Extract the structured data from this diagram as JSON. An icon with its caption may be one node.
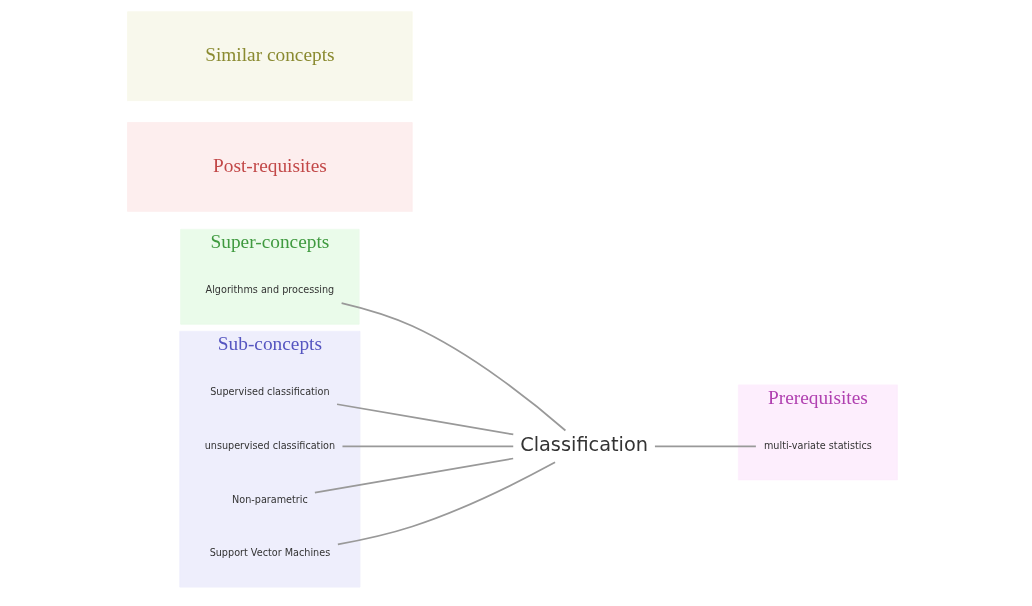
{
  "diagram": {
    "nodes": [
      {
        "text": [
          "Super-concepts"
        ]
      },
      {
        "text": [
          "Algorithms and processing"
        ],
        "in": 0
      },
      {
        "text": [
          "Post-requisites"
        ]
      },
      {
        "text": [
          "Prerequisites"
        ]
      },
      {
        "text": [
          "multi-variate statistics"
        ],
        "in": 3
      },
      {
        "text": [
          "Classification"
        ]
      },
      {
        "text": [
          "Sub-concepts"
        ]
      },
      {
        "text": [
          "Supervised classification"
        ],
        "in": 6
      },
      {
        "text": [
          "unsupervised classification"
        ],
        "in": 6
      },
      {
        "text": [
          "Non-parametric"
        ],
        "in": 6
      },
      {
        "text": [
          "Support Vector Machines"
        ],
        "in": 6
      },
      {
        "text": [
          "Similar concepts"
        ]
      }
    ],
    "edges": [
      {
        "from": 5,
        "to": 1,
        "arrow": "none"
      },
      {
        "from": 5,
        "to": 4,
        "arrow": "none"
      },
      {
        "from": 5,
        "to": 7,
        "arrow": "none"
      },
      {
        "from": 5,
        "to": 8,
        "arrow": "none"
      },
      {
        "from": 5,
        "to": 9,
        "arrow": "none"
      },
      {
        "from": 5,
        "to": 10,
        "arrow": "none"
      }
    ]
  }
}
